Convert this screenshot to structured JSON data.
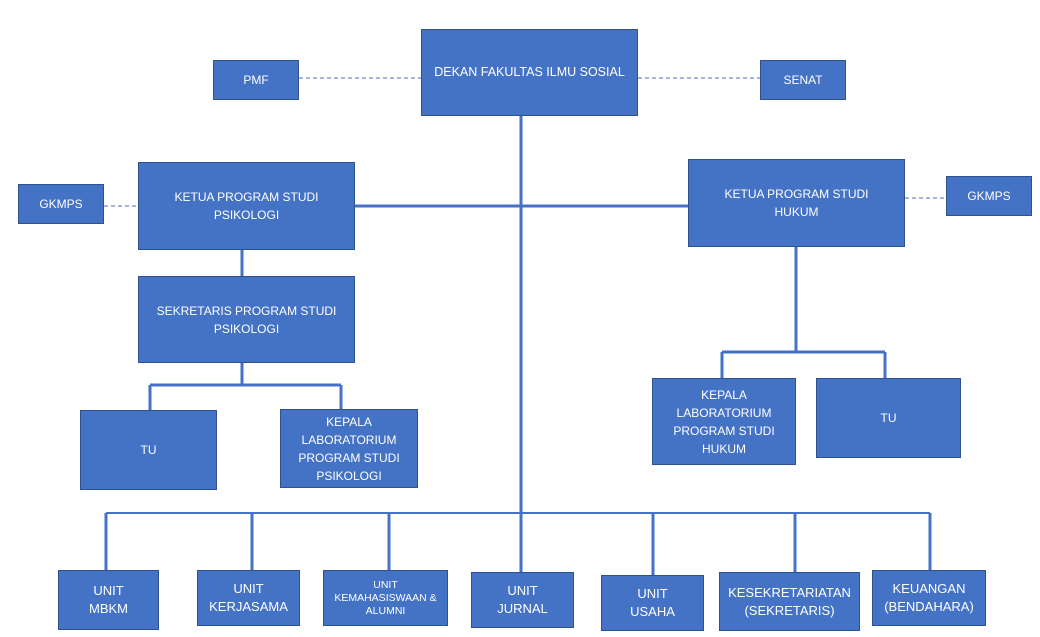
{
  "org": {
    "dean": "DEKAN FAKULTAS ILMU SOSIAL",
    "pmf": "PMF",
    "senat": "SENAT",
    "gkmps_left": "GKMPS",
    "gkmps_right": "GKMPS",
    "kaprodi_psikologi": "KETUA PROGRAM STUDI\nPSIKOLOGI",
    "kaprodi_hukum": "KETUA PROGRAM STUDI\nHUKUM",
    "sekprodi_psikologi": "SEKRETARIS PROGRAM STUDI\nPSIKOLOGI",
    "tu_psikologi": "TU",
    "kalab_psikologi": "KEPALA\nLABORATORIUM\nPROGRAM STUDI\nPSIKOLOGI",
    "kalab_hukum": "KEPALA\nLABORATORIUM\nPROGRAM STUDI\nHUKUM",
    "tu_hukum": "TU",
    "units": [
      "UNIT\nMBKM",
      "UNIT\nKERJASAMA",
      "UNIT\nKEMAHASISWAAN &\nALUMNI",
      "UNIT\nJURNAL",
      "UNIT\nUSAHA",
      "KESEKRETARIATAN\n(SEKRETARIS)",
      "KEUANGAN\n(BENDAHARA)"
    ]
  }
}
